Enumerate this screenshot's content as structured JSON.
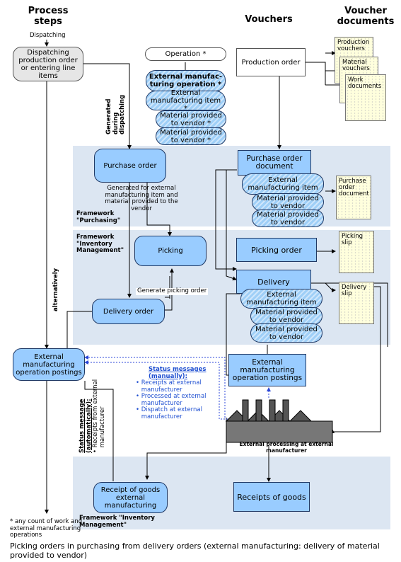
{
  "headers": {
    "process_steps": "Process steps",
    "vouchers": "Vouchers",
    "voucher_documents": "Voucher documents"
  },
  "labels": {
    "dispatching": "Dispatching",
    "generated_during_dispatching": "Generated during dispatching",
    "alternatively": "alternatively",
    "generated_for": "Generated for external manufacturing item and material provided to the vendor",
    "generate_picking_order": "Generate picking order",
    "framework_purchasing": "Framework \"Purchasing\"",
    "framework_inventory": "Framework \"Inventory Management\"",
    "framework_inventory_bottom": "Framework \"Inventory Management\"",
    "external_processing": "External processing at external manufacturer",
    "footnote": "* any count of work and external manufacturing operations",
    "caption": "Picking orders in purchasing from delivery orders (external manufacturing: delivery of material provided to vendor)"
  },
  "process": {
    "dispatching_box": "Dispatching production order or entering line items",
    "purchase_order": "Purchase order",
    "picking": "Picking",
    "delivery_order": "Delivery order",
    "ext_postings": "External manufacturing operation postings",
    "receipt_ext": "Receipt of goods external manufacturing"
  },
  "operation_stack": {
    "operation": "Operation *",
    "ext_operation": "External manufac-turing operation *",
    "ext_item": "External manufacturing item *",
    "mat1": "Material provided to vendor *",
    "mat2": "Material provided to vendor *"
  },
  "vouchers": {
    "production_order": "Production order",
    "po_document": "Purchase order document",
    "po_ext_item": "External manufacturing item",
    "po_mat1": "Material provided to vendor",
    "po_mat2": "Material provided to vendor",
    "picking_order": "Picking order",
    "delivery": "Delivery",
    "del_ext_item": "External manufacturing item",
    "del_mat1": "Material provided to vendor",
    "del_mat2": "Material provided to vendor",
    "ext_postings": "External manufacturing operation postings",
    "receipts": "Receipts of goods"
  },
  "documents": {
    "production_vouchers": "Production vouchers",
    "material_vouchers": "Material vouchers",
    "work_documents": "Work documents",
    "po_document": "Purchase order document",
    "picking_slip": "Picking slip",
    "delivery_slip": "Delivery slip"
  },
  "status_manual": {
    "title": "Status messages (manually):",
    "items": [
      "Receipts at external manufacturer",
      "Processed at external manufacturer",
      "Dispatch at external manufacturer"
    ]
  },
  "status_auto": {
    "title": "Status message (automatically):",
    "item": "Receipts from external manufacturer"
  }
}
